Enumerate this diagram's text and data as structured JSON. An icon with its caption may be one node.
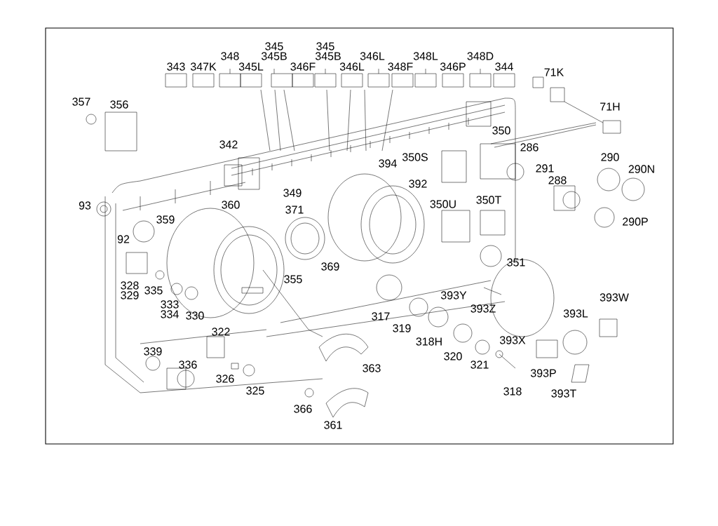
{
  "diagram": {
    "labels": [
      "345",
      "345",
      "345B",
      "345B",
      "343",
      "347K",
      "348",
      "345L",
      "346F",
      "346L",
      "346L",
      "348F",
      "348L",
      "346P",
      "348D",
      "344",
      "71K",
      "357",
      "356",
      "71H",
      "350",
      "342",
      "350S",
      "286",
      "394",
      "290",
      "291",
      "290N",
      "288",
      "349",
      "392",
      "93",
      "360",
      "371",
      "350U",
      "350T",
      "359",
      "290P",
      "92",
      "369",
      "351",
      "328",
      "329",
      "335",
      "355",
      "393Y",
      "393W",
      "333",
      "334",
      "330",
      "317",
      "393Z",
      "393L",
      "319",
      "318H",
      "322",
      "393X",
      "339",
      "320",
      "336",
      "363",
      "321",
      "393P",
      "326",
      "325",
      "318",
      "393T",
      "366",
      "361"
    ]
  }
}
